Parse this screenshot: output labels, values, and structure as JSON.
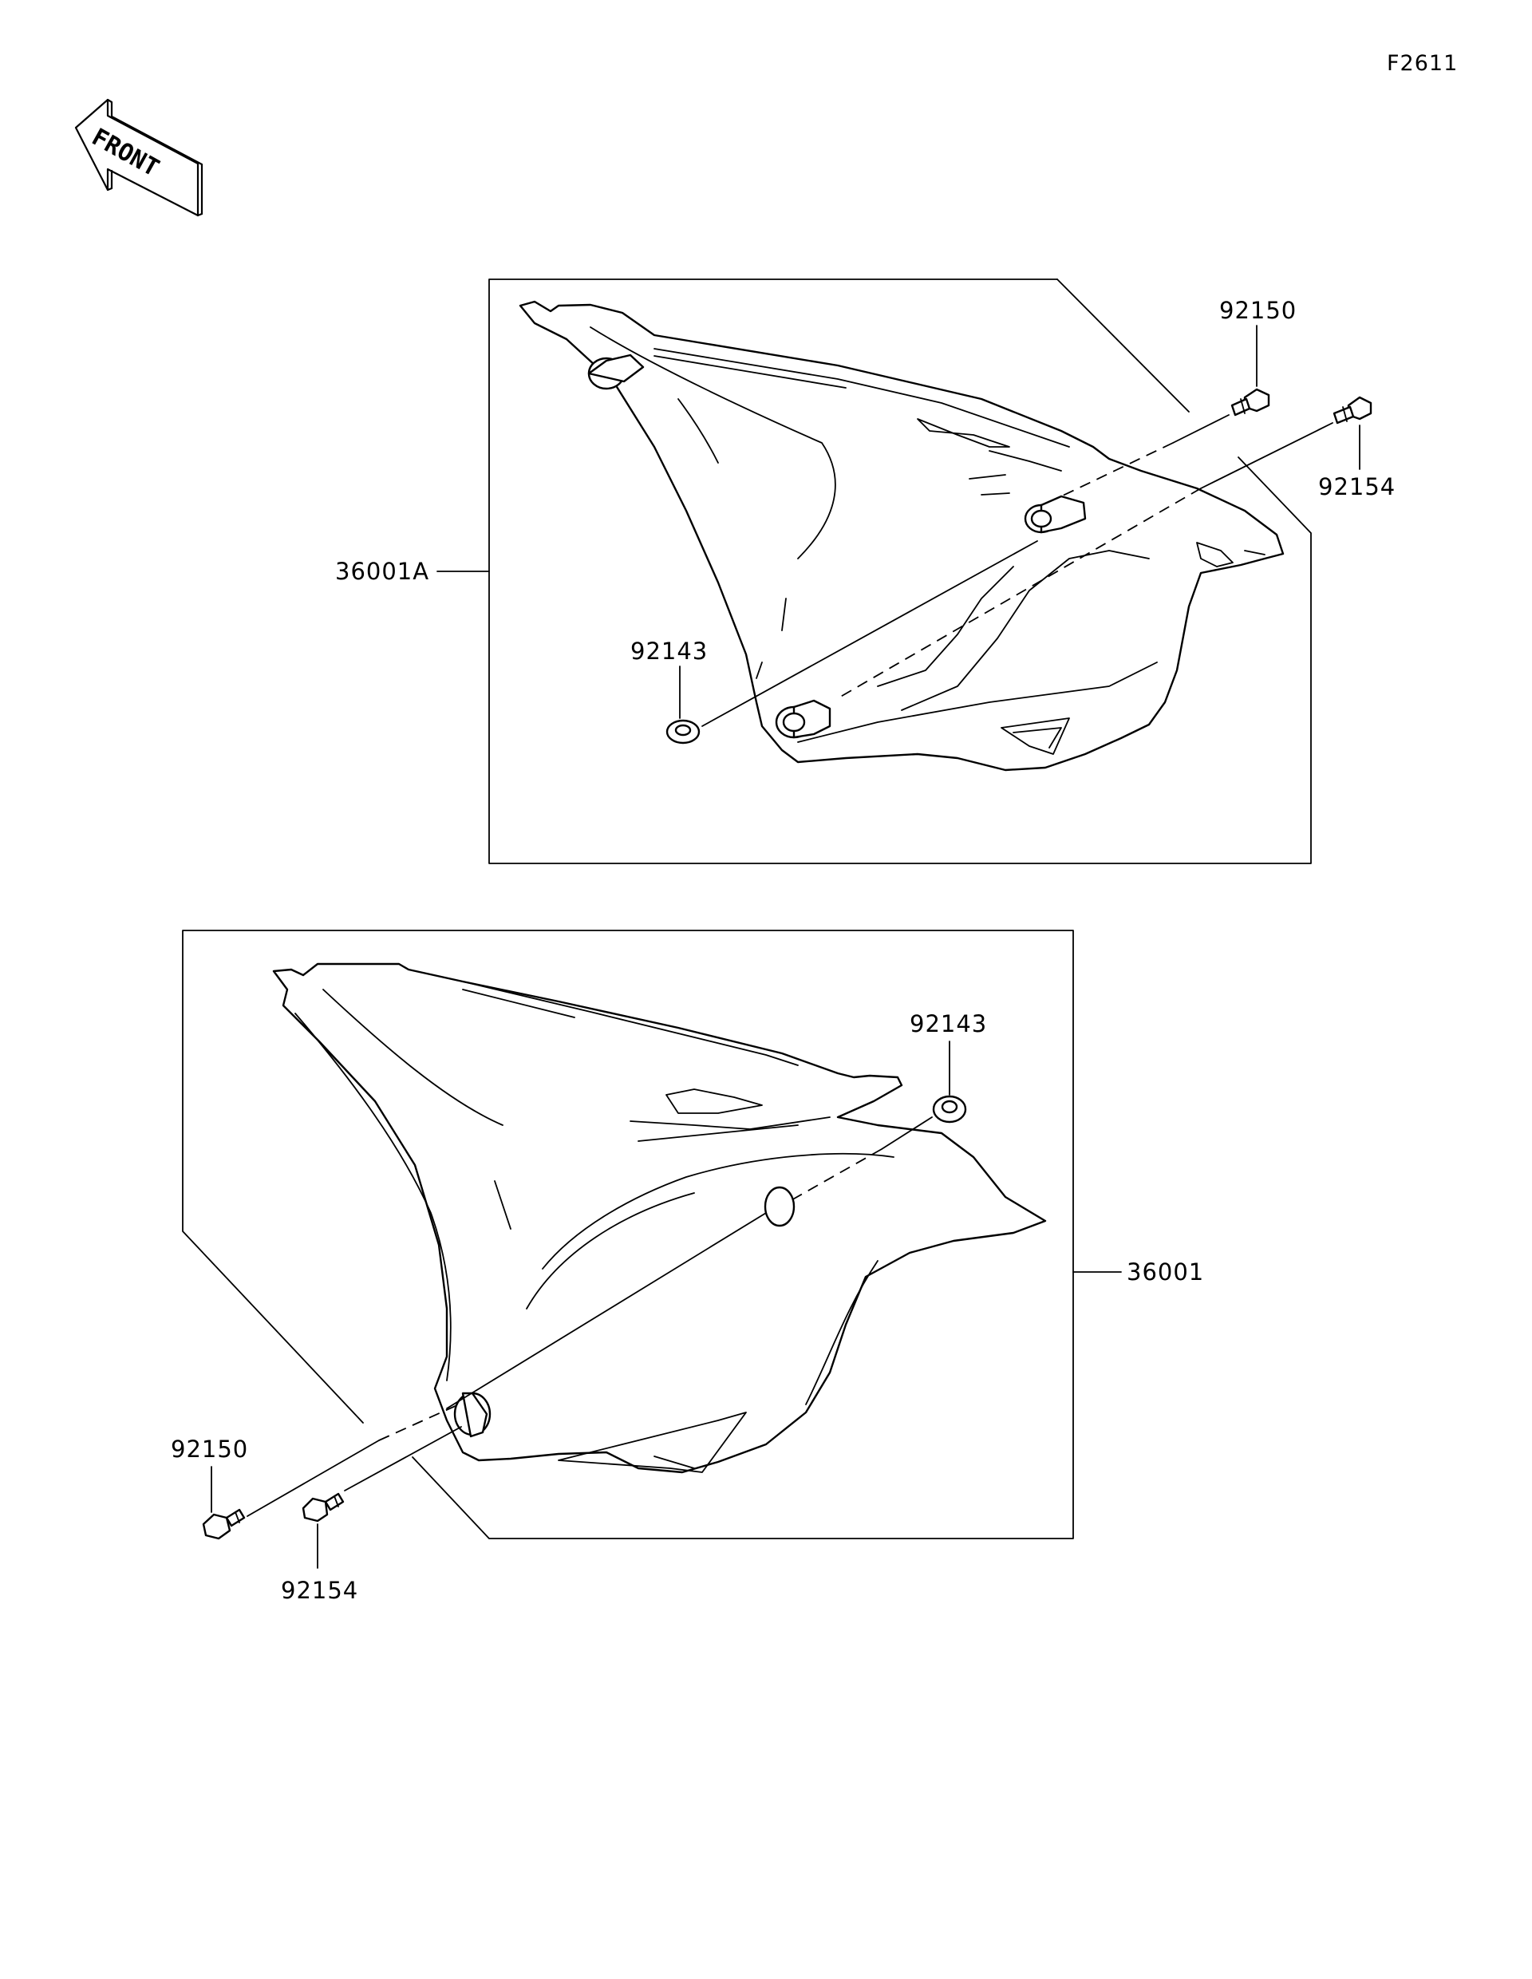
{
  "figure_code": "F2611",
  "front_label": "FRONT",
  "upper_group": {
    "assembly_label": "36001A",
    "callouts": {
      "bolt_a": "92150",
      "bolt_b": "92154",
      "collar": "92143"
    }
  },
  "lower_group": {
    "assembly_label": "36001",
    "callouts": {
      "collar": "92143",
      "bolt_a": "92150",
      "bolt_b": "92154"
    }
  }
}
